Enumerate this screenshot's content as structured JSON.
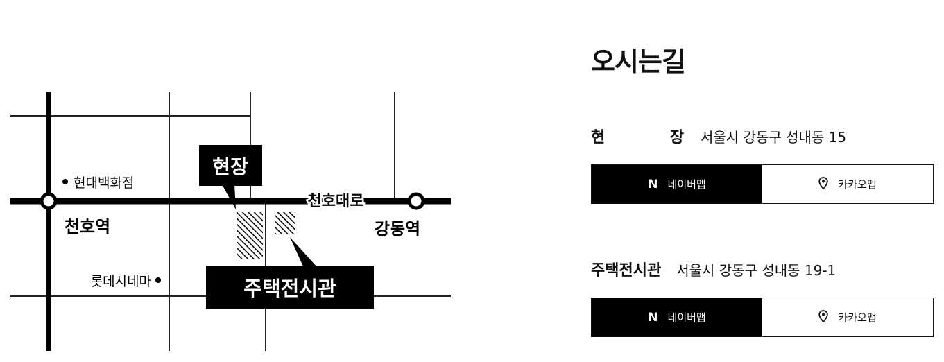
{
  "map": {
    "labels": {
      "station_left": "천호역",
      "station_right": "강동역",
      "road": "천호대로",
      "site": "현장",
      "showroom": "주택전시관",
      "landmark_top": "현대백화점",
      "landmark_bottom": "롯데시네마"
    }
  },
  "info": {
    "title": "오시는길",
    "locations": [
      {
        "name_chars": [
          "현",
          "장"
        ],
        "address": "서울시 강동구 성내동 15",
        "naver_icon": "N",
        "naver_label": "네이버맵",
        "kakao_label": "카카오맵"
      },
      {
        "name": "주택전시관",
        "address": "서울시 강동구 성내동 19-1",
        "naver_icon": "N",
        "naver_label": "네이버맵",
        "kakao_label": "카카오맵"
      }
    ]
  }
}
